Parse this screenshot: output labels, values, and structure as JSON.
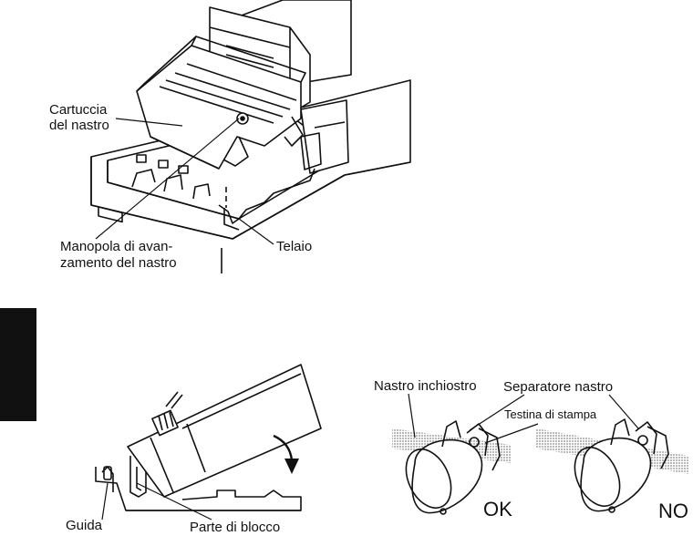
{
  "top_figure": {
    "label_cartridge_line1": "Cartuccia",
    "label_cartridge_line2": "del nastro",
    "label_knob_line1": "Manopola di avan-",
    "label_knob_line2": "zamento del nastro",
    "label_frame": "Telaio"
  },
  "bottom_left_figure": {
    "label_guide": "Guida",
    "label_lock": "Parte di blocco"
  },
  "bottom_right_figure": {
    "label_ribbon": "Nastro inchiostro",
    "label_separator": "Separatore nastro",
    "label_head": "Testina di stampa",
    "label_ok": "OK",
    "label_no": "NO"
  },
  "colors": {
    "ink": "#111111",
    "paper": "#ffffff",
    "ribbon": "#9a9a9a"
  }
}
